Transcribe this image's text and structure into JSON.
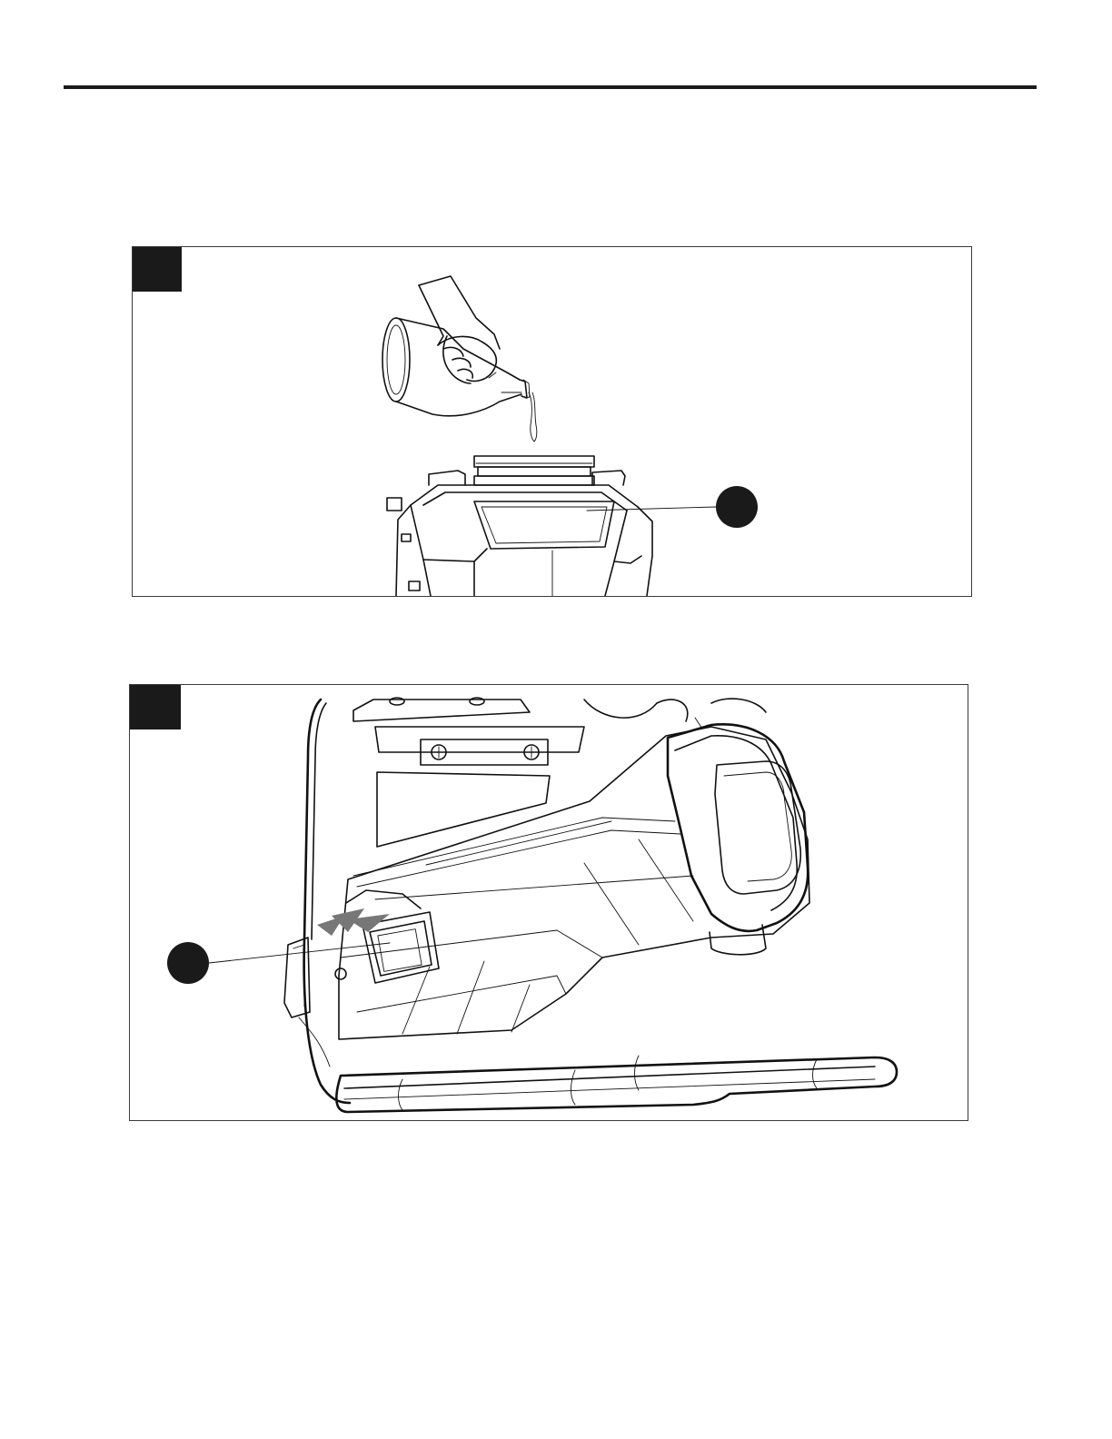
{
  "page": {
    "figure_1": {
      "step_label": "",
      "callout_label": "",
      "icons": [
        "pouring-bottle-hand-illustration",
        "sprayer-tank-illustration"
      ]
    },
    "figure_2": {
      "step_label": "",
      "callout_label": "",
      "icons": [
        "sprayer-unit-illustration",
        "tank-window-illustration"
      ]
    }
  }
}
